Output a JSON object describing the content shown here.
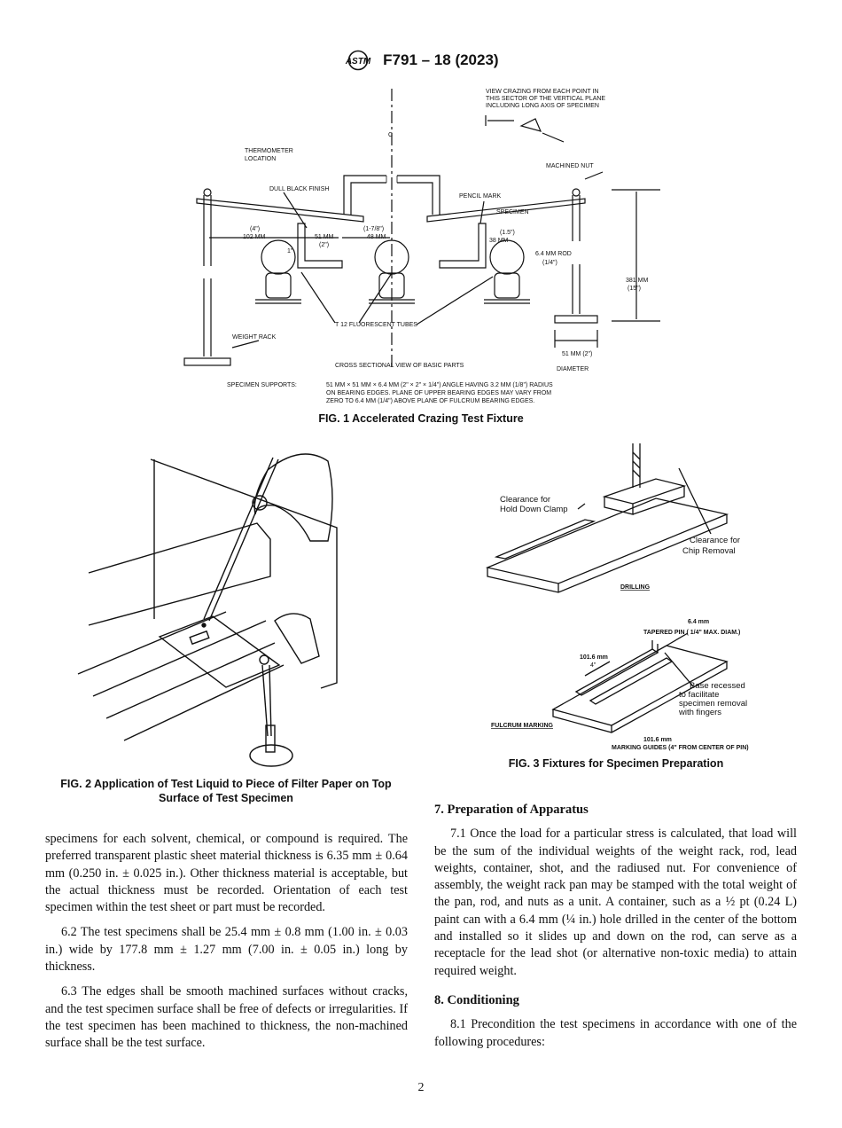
{
  "header": {
    "designation": "F791 – 18 (2023)",
    "logo_icon": "astm-logo-icon"
  },
  "fig1": {
    "caption": "FIG. 1 Accelerated Crazing Test Fixture",
    "labels": {
      "view_crazing": [
        "VIEW CRAZING FROM EACH POINT IN",
        "THIS SECTOR OF THE VERTICAL PLANE",
        "INCLUDING LONG AXIS OF SPECIMEN"
      ],
      "thermometer": [
        "THERMOMETER",
        "LOCATION"
      ],
      "centerline": "C",
      "machined_nut": "MACHINED NUT",
      "dull_black": "DULL BLACK FINISH",
      "pencil_mark": "PENCIL MARK",
      "specimen": "SPECIMEN",
      "dim_4in": "(4\")",
      "dim_102": "102 MM",
      "dim_1in": "1\"",
      "dim_51": "51 MM",
      "dim_2in": "(2\")",
      "dim_178": "(1-7/8\")",
      "dim_48": "48 MM",
      "dim_15in": "(1.5\")",
      "dim_38": "38 MM",
      "rod": [
        "6.4 MM ROD",
        "(1/4\")"
      ],
      "dim_381": "381 MM",
      "dim_15": "(15\")",
      "tubes": "T 12 FLUORESCENT TUBES",
      "weight_rack": "WEIGHT RACK",
      "cross_section": "CROSS SECTIONAL VIEW OF BASIC PARTS",
      "dim_51_2": "51 MM (2\")",
      "diameter": "DIAMETER",
      "supports_label": "SPECIMEN SUPPORTS:",
      "supports_text": [
        "51 MM × 51 MM × 6.4 MM (2\" × 2\" × 1/4\") ANGLE HAVING 3.2 MM (1/8\") RADIUS",
        "ON BEARING EDGES. PLANE OF UPPER BEARING EDGES MAY VARY FROM",
        "ZERO TO 6.4 MM (1/4\") ABOVE PLANE OF FULCRUM BEARING EDGES."
      ]
    }
  },
  "fig2": {
    "caption": "FIG. 2 Application of Test Liquid to Piece of Filter Paper on Top Surface of Test Specimen"
  },
  "fig3": {
    "caption": "FIG. 3 Fixtures for Specimen Preparation",
    "labels": {
      "clamp": [
        "Clearance for",
        "Hold Down Clamp"
      ],
      "chip": [
        "Clearance for",
        "Chip Removal"
      ],
      "drilling": "DRILLING",
      "dim_64": "6.4 mm",
      "tapered": "TAPERED PIN ( 1/4\" MAX. DIAM.)",
      "dim_1016": "101.6 mm",
      "dim_4in": "4\"",
      "base": [
        "Base recessed",
        "to facilitate",
        "specimen removal",
        "with fingers"
      ],
      "fulcrum": "FULCRUM MARKING",
      "dim_1016b": "101.6 mm",
      "guides": "MARKING GUIDES (4\" FROM CENTER OF PIN)"
    }
  },
  "left_column": {
    "p1": "specimens for each solvent, chemical, or compound is required. The preferred transparent plastic sheet material thickness is 6.35 mm ± 0.64 mm (0.250 in. ± 0.025 in.). Other thickness material is acceptable, but the actual thickness must be recorded. Orientation of each test specimen within the test sheet or part must be recorded.",
    "p2": "6.2 The test specimens shall be 25.4 mm ± 0.8 mm (1.00 in. ± 0.03 in.) wide by 177.8 mm ± 1.27 mm (7.00 in. ± 0.05 in.) long by thickness.",
    "p3": "6.3 The edges shall be smooth machined surfaces without cracks, and the test specimen surface shall be free of defects or irregularities. If the test specimen has been machined to thickness, the non-machined surface shall be the test surface."
  },
  "right_column": {
    "h7": "7. Preparation of Apparatus",
    "p71": "7.1 Once the load for a particular stress is calculated, that load will be the sum of the individual weights of the weight rack, rod, lead weights, container, shot, and the radiused nut. For convenience of assembly, the weight rack pan may be stamped with the total weight of the pan, rod, and nuts as a unit. A container, such as a ½ pt (0.24 L) paint can with a 6.4 mm (¼ in.) hole drilled in the center of the bottom and installed so it slides up and down on the rod, can serve as a receptacle for the lead shot (or alternative non-toxic media) to attain required weight.",
    "h8": "8. Conditioning",
    "p81": "8.1 Precondition the test specimens in accordance with one of the following procedures:"
  },
  "footer": {
    "page_number": "2"
  }
}
